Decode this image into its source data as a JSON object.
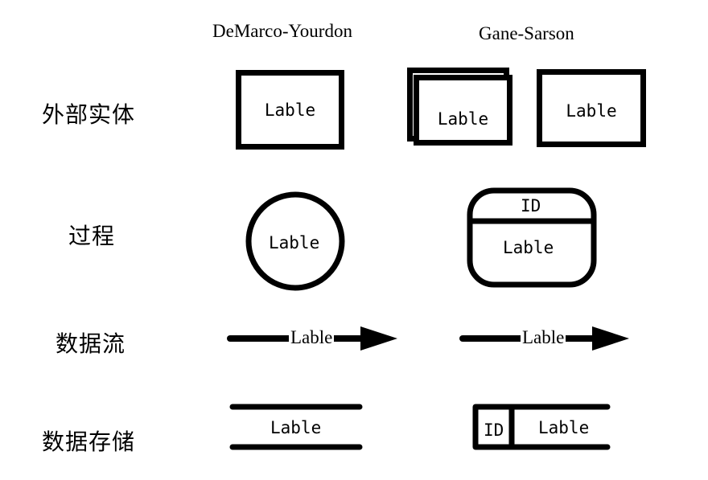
{
  "columns": {
    "demarco": "DeMarco-Yourdon",
    "gane": "Gane-Sarson"
  },
  "rows": {
    "external_entity": "外部实体",
    "process": "过程",
    "data_flow": "数据流",
    "data_store": "数据存储"
  },
  "symbols": {
    "label": "Lable",
    "id": "ID"
  },
  "colors": {
    "stroke": "#000000",
    "background": "#ffffff"
  }
}
